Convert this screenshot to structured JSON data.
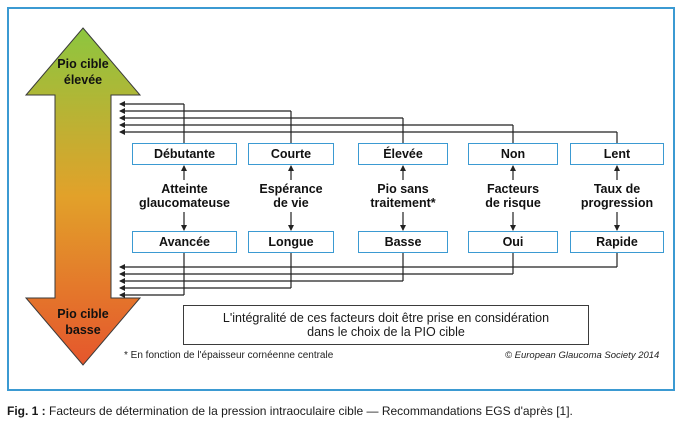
{
  "arrow": {
    "top_label": [
      "Pio cible",
      "élevée"
    ],
    "bottom_label": [
      "Pio cible",
      "basse"
    ],
    "colors": {
      "top": "#8cc63f",
      "mid": "#e2a12a",
      "bottom": "#e5562c"
    }
  },
  "factors": [
    {
      "top": "Débutante",
      "middle": [
        "Atteinte",
        "glaucomateuse"
      ],
      "bottom": "Avancée"
    },
    {
      "top": "Courte",
      "middle": [
        "Espérance",
        "de vie"
      ],
      "bottom": "Longue"
    },
    {
      "top": "Élevée",
      "middle": [
        "Pio sans",
        "traitement*"
      ],
      "bottom": "Basse"
    },
    {
      "top": "Non",
      "middle": [
        "Facteurs",
        "de risque"
      ],
      "bottom": "Oui"
    },
    {
      "top": "Lent",
      "middle": [
        "Taux de",
        "progression"
      ],
      "bottom": "Rapide"
    }
  ],
  "note": [
    "L'intégralité de ces facteurs doit être prise en considération",
    "dans le choix de la PIO cible"
  ],
  "footnote": "* En fonction de l'épaisseur cornéenne centrale",
  "copyright": "© European Glaucoma Society 2014",
  "caption": {
    "label": "Fig. 1 :",
    "text": " Facteurs de détermination de la pression intraoculaire cible — Recommandations EGS d'après [1]."
  },
  "colors": {
    "frame": "#3b9ad2",
    "line": "#222222"
  }
}
